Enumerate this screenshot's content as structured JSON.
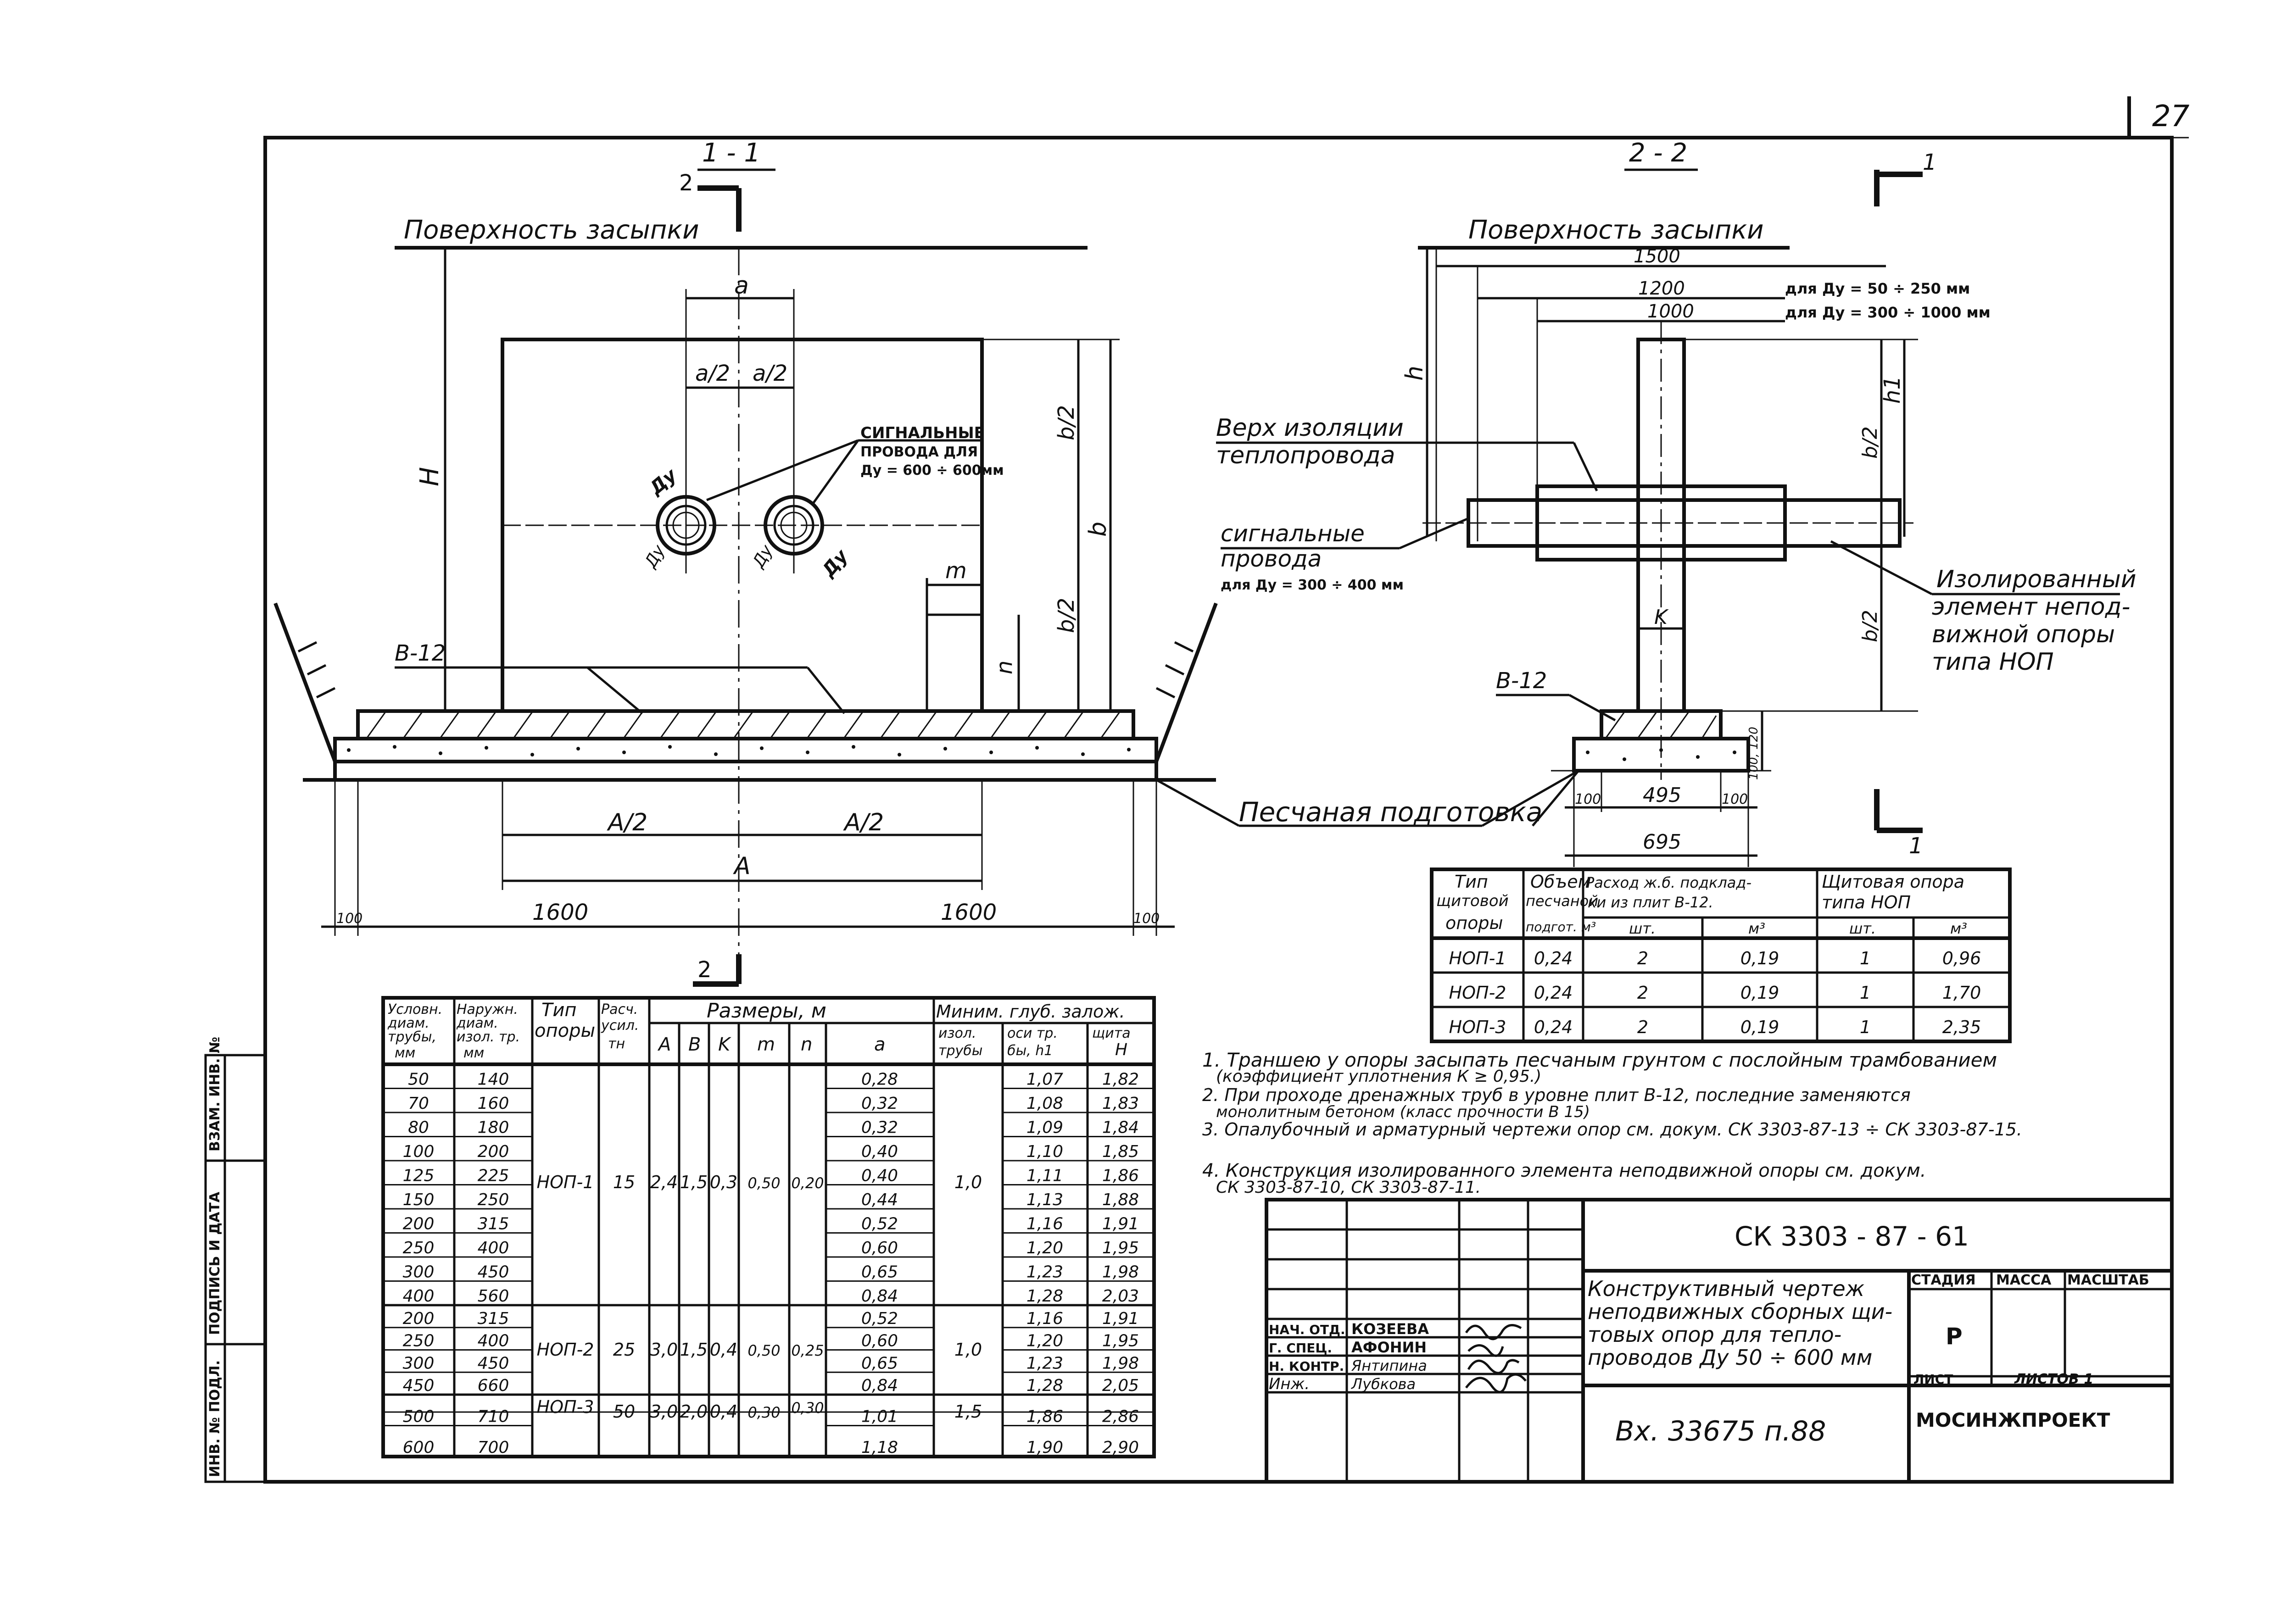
{
  "page_number": "27",
  "sections": {
    "s11": {
      "label": "1 - 1",
      "cut_mark": "2"
    },
    "s22": {
      "label": "2 - 2",
      "cut_mark": "1"
    }
  },
  "labels": {
    "surface_left": "Поверхность засыпки",
    "surface_right": "Поверхность засыпки",
    "signal_wires_left": [
      "СИГНАЛЬНЫЕ",
      "ПРОВОДА ДЛЯ",
      "Дy = 600 ÷ 600мм"
    ],
    "insulation_top": [
      "Верх изоляции",
      "теплопровода"
    ],
    "signal_wires_right": [
      "сигнальные",
      "провода",
      "для Дy = 300 ÷ 400 мм"
    ],
    "insulated_element": [
      "Изолированный",
      "элемент непод-",
      "вижной опоры",
      "типа НОП"
    ],
    "sand_prep": "Песчаная подготовка",
    "slab": "В-12",
    "slab_right": "В-12",
    "dims": {
      "a": "a",
      "a2": "a/2",
      "b2": "b/2",
      "b": "b",
      "H": "H",
      "m": "m",
      "n": "n",
      "A2": "A/2",
      "A": "A",
      "d100": "100",
      "d1600": "1600",
      "h": "h",
      "h1": "h1",
      "K": "K",
      "r1500": "1500",
      "r1200": "1200",
      "r1000": "1000",
      "r_du1": "для Дy = 50 ÷ 250 мм",
      "r_du2": "для Дy = 300 ÷ 1000 мм",
      "r495": "495",
      "r695": "695",
      "r100": "100",
      "r100_120": "100, 120",
      "du": "Дy"
    }
  },
  "table_main": {
    "headers": {
      "col1": [
        "Условн.",
        "диам.",
        "трубы,",
        "мм"
      ],
      "col2": [
        "Наружн.",
        "диам.",
        "изол. тр.",
        "мм"
      ],
      "col3": [
        "Тип",
        "опоры"
      ],
      "col4": [
        "Расч.",
        "усил.",
        "тн"
      ],
      "sizes": "Размеры, м",
      "size_cols": [
        "A",
        "B",
        "K",
        "m",
        "n",
        "a"
      ],
      "min_depth": "Миним. глуб. залож.",
      "md_cols": [
        [
          "изол.",
          "трубы"
        ],
        [
          "оси тр.",
          "бы, h1"
        ],
        [
          "щита",
          "H"
        ]
      ]
    },
    "rows": [
      [
        "50",
        "140",
        "0,28",
        "1,07",
        "1,82"
      ],
      [
        "70",
        "160",
        "0,32",
        "1,08",
        "1,83"
      ],
      [
        "80",
        "180",
        "0,32",
        "1,09",
        "1,84"
      ],
      [
        "100",
        "200",
        "0,40",
        "1,10",
        "1,85"
      ],
      [
        "125",
        "225",
        "0,40",
        "1,11",
        "1,86"
      ],
      [
        "150",
        "250",
        "0,44",
        "1,13",
        "1,88"
      ],
      [
        "200",
        "315",
        "0,52",
        "1,16",
        "1,91"
      ],
      [
        "250",
        "400",
        "0,60",
        "1,20",
        "1,95"
      ],
      [
        "300",
        "450",
        "0,65",
        "1,23",
        "1,98"
      ],
      [
        "400",
        "560",
        "0,84",
        "1,28",
        "2,03"
      ],
      [
        "200",
        "315",
        "0,52",
        "1,16",
        "1,91"
      ],
      [
        "250",
        "400",
        "0,60",
        "1,20",
        "1,95"
      ],
      [
        "300",
        "450",
        "0,65",
        "1,23",
        "1,98"
      ],
      [
        "450",
        "660",
        "0,84",
        "1,28",
        "2,05"
      ],
      [
        "500",
        "710",
        "1,01",
        "1,86",
        "2,86"
      ],
      [
        "600",
        "700",
        "1,18",
        "1,90",
        "2,90"
      ]
    ],
    "groups": [
      {
        "type": "НОП-1",
        "force": "15",
        "A": "2,4",
        "B": "1,5",
        "K": "0,3",
        "m": "0,50",
        "n": "0,20",
        "depth": "1,0"
      },
      {
        "type": "НОП-2",
        "force": "25",
        "A": "3,0",
        "B": "1,5",
        "K": "0,4",
        "m": "0,50",
        "n": "0,25",
        "depth": "1,0"
      },
      {
        "type": "НОП-3",
        "force": "50",
        "A": "3,0",
        "B": "2,0",
        "K": "0,4",
        "m": "0,30",
        "n": "0,30",
        "depth": "1,5"
      }
    ]
  },
  "table_small": {
    "headers": [
      [
        "Тип",
        "щитовой",
        "опоры"
      ],
      [
        "Объем",
        "песчаной",
        "подгот. м³"
      ],
      [
        "Расход ж.б. подклад-",
        "ки из плит В-12."
      ],
      [
        "Щитовая опора",
        "типа НОП"
      ]
    ],
    "subheaders": [
      "шт.",
      "м³",
      "шт.",
      "м³"
    ],
    "rows": [
      [
        "НОП-1",
        "0,24",
        "2",
        "0,19",
        "1",
        "0,96"
      ],
      [
        "НОП-2",
        "0,24",
        "2",
        "0,19",
        "1",
        "1,70"
      ],
      [
        "НОП-3",
        "0,24",
        "2",
        "0,19",
        "1",
        "2,35"
      ]
    ]
  },
  "notes": [
    "1. Траншею у опоры засыпать песчаным грунтом с послойным трамбованием",
    "(коэффициент уплотнения К ≥ 0,95.)",
    "2. При проходе дренажных труб в уровне плит В-12, последние заменяются",
    "монолитным бетоном (класс прочности В 15)",
    "3. Опалубочный и арматурный чертежи опор см. докум. СК 3303-87-13 ÷ СК 3303-87-15.",
    "4. Конструкция изолированного элемента неподвижной опоры см. докум.",
    "СК 3303-87-10, СК 3303-87-11."
  ],
  "title_block": {
    "code": "СК 3303 - 87 - 61",
    "title": [
      "Конструктивный чертеж",
      "неподвижных сборных щи-",
      "товых опор для тепло-",
      "проводов Дy 50 ÷ 600 мм"
    ],
    "stage_h": "СТАДИЯ",
    "mass_h": "МАССА",
    "scale_h": "МАСШТАБ",
    "stage": "Р",
    "sheet": "ЛИСТ",
    "sheets": "ЛИСТОВ 1",
    "org": "МОСИНЖПРОЕКТ",
    "stamp": "Вх. 33675 п.88",
    "people": [
      {
        "role": "НАЧ. ОТД.",
        "name": "КОЗЕЕВА"
      },
      {
        "role": "Г. СПЕЦ.",
        "name": "АФОНИН"
      },
      {
        "role": "Н. КОНТР.",
        "name": "Янтипина"
      },
      {
        "role": "Инж.",
        "name": "Лубкова"
      }
    ]
  },
  "side_stamp": [
    "ИНВ. № ПОДЛ.",
    "ПОДПИСЬ И ДАТА",
    "ВЗАМ. ИНВ. №"
  ]
}
